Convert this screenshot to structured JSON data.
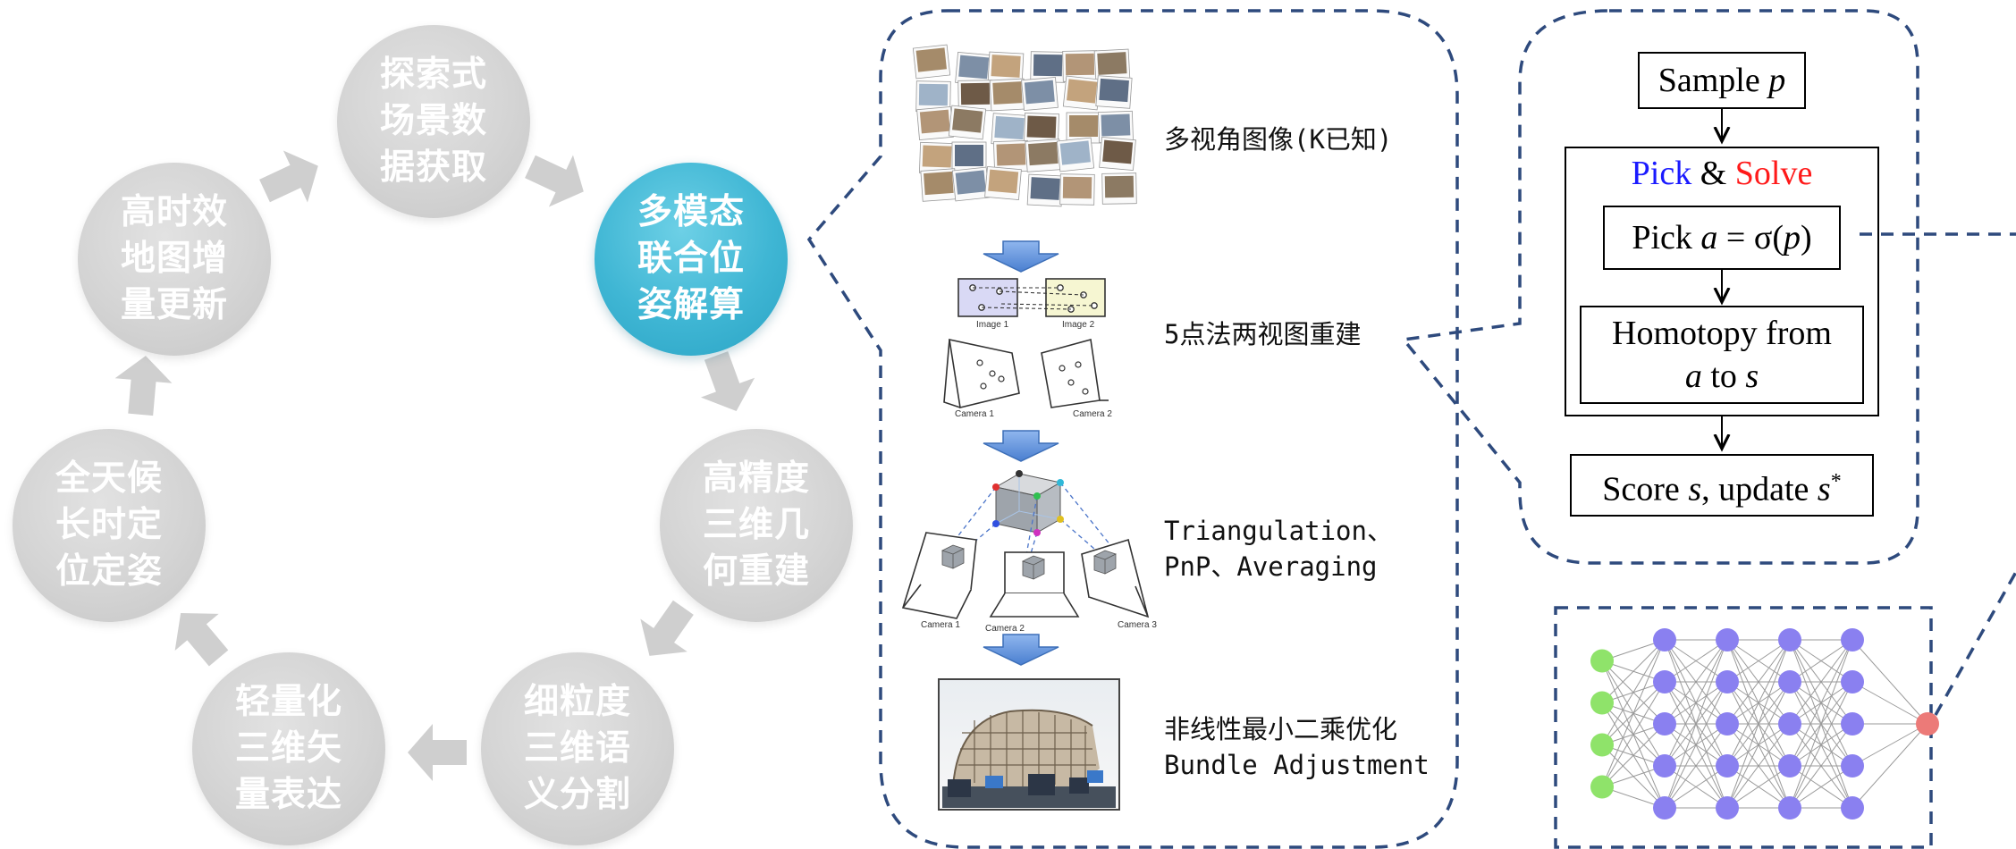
{
  "cycle": [
    {
      "id": "explore",
      "text": "探索式场景数据获取",
      "active": false
    },
    {
      "id": "pose",
      "text": "多模态联合位姿解算",
      "active": true
    },
    {
      "id": "recon",
      "text": "高精度三维几何重建",
      "active": false
    },
    {
      "id": "seg",
      "text": "细粒度三维语义分割",
      "active": false
    },
    {
      "id": "vector",
      "text": "轻量化三维矢量表达",
      "active": false
    },
    {
      "id": "allday",
      "text": "全天候长时定位定姿",
      "active": false
    },
    {
      "id": "update",
      "text": "高时效地图增量更新",
      "active": false
    }
  ],
  "pipeline": {
    "step1": "多视角图像(K已知)",
    "step2": "5点法两视图重建",
    "step3_line1": "Triangulation、",
    "step3_line2": "PnP、Averaging",
    "step4_line1": "非线性最小二乘优化",
    "step4_line2": "Bundle Adjustment",
    "two_view_labels": {
      "image1": "Image 1",
      "image2": "Image 2",
      "camera1": "Camera 1",
      "camera2": "Camera 2"
    },
    "tri_labels": {
      "cam1": "Camera 1",
      "cam2": "Camera 2",
      "cam3": "Camera 3"
    }
  },
  "flowchart": {
    "sample": {
      "prefix": "Sample ",
      "var": "p"
    },
    "pick_solve": {
      "pick": "Pick",
      "amp": " & ",
      "solve": "Solve"
    },
    "pick_a": "Pick a = σ(p)",
    "homotopy_line1": "Homotopy from",
    "homotopy_line2": "a to s",
    "score": "Score s, update s*"
  },
  "neural_net": {
    "layers": [
      4,
      5,
      5,
      5,
      5,
      1
    ],
    "colors": {
      "input": "#8fe36a",
      "hidden": "#8a80f0",
      "output": "#ec7a78"
    }
  },
  "colors": {
    "accent": "#2aa3c4",
    "dash": "#2e4a7d",
    "arrow_gray": "#cfcfcf",
    "pipe_arrow": "#5b8fd8"
  }
}
